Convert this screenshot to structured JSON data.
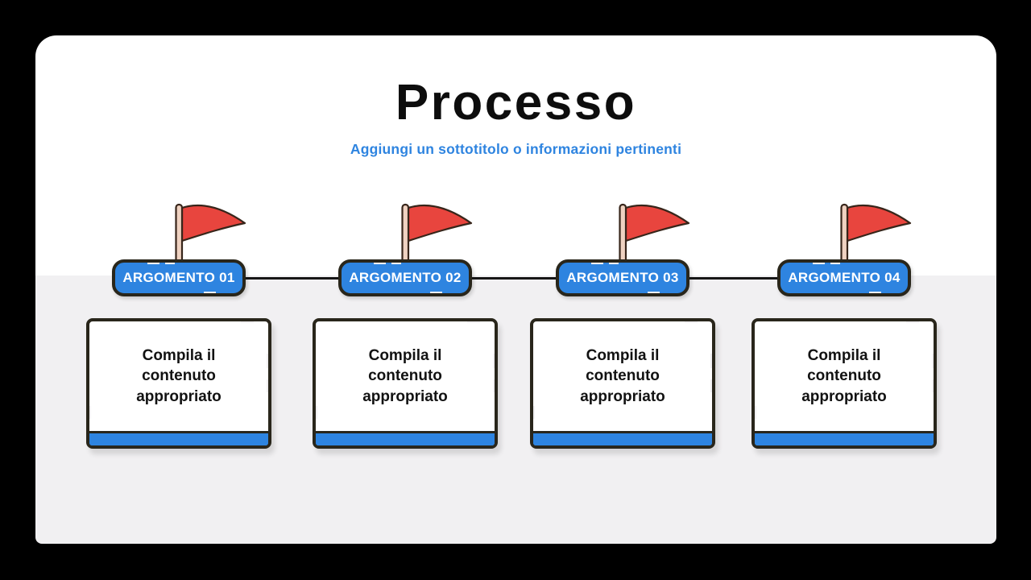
{
  "header": {
    "title": "Processo",
    "subtitle": "Aggiungi un sottotitolo o informazioni pertinenti"
  },
  "steps": [
    {
      "label": "ARGOMENTO 01",
      "body": "Compila il contenuto appropriato",
      "icon": "red-flag-icon"
    },
    {
      "label": "ARGOMENTO 02",
      "body": "Compila il contenuto appropriato",
      "icon": "red-flag-icon"
    },
    {
      "label": "ARGOMENTO 03",
      "body": "Compila il contenuto appropriato",
      "icon": "red-flag-icon"
    },
    {
      "label": "ARGOMENTO 04",
      "body": "Compila il contenuto appropriato",
      "icon": "red-flag-icon"
    }
  ],
  "colors": {
    "accent_blue": "#2E84E0",
    "flag_red": "#E8453E",
    "flag_pole_tan": "#EFD2C1",
    "outline_dark": "#29261B",
    "connector_line": "#161616",
    "canvas_black": "#000000",
    "slide_top": "#FFFFFF",
    "slide_bottom": "#F1F0F2"
  }
}
